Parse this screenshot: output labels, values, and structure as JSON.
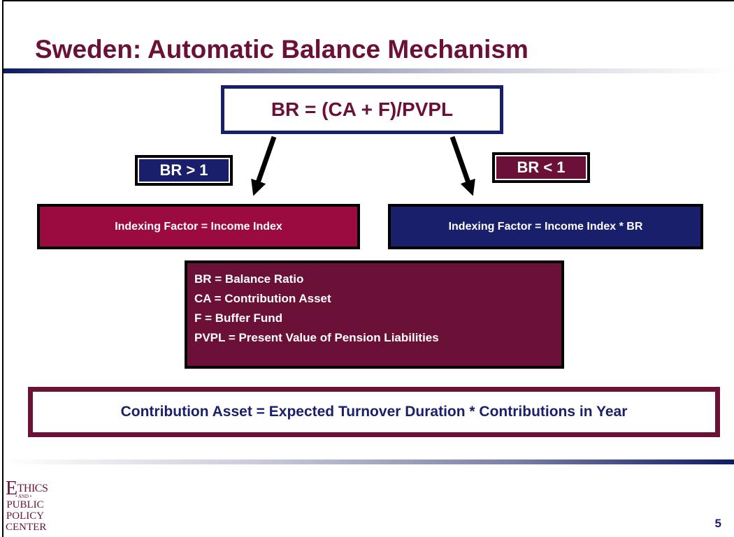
{
  "title": "Sweden:  Automatic Balance Mechanism",
  "formula": "BR = (CA + F)/PVPL",
  "conditions": {
    "greater": "BR > 1",
    "less": "BR < 1"
  },
  "results": {
    "left": "Indexing Factor = Income Index",
    "right": "Indexing Factor = Income Index * BR"
  },
  "definitions": [
    "BR = Balance Ratio",
    "CA = Contribution Asset",
    "F = Buffer Fund",
    "PVPL = Present Value of Pension Liabilities"
  ],
  "contribution_asset": "Contribution Asset = Expected Turnover Duration * Contributions in Year",
  "logo": {
    "line1_initial": "E",
    "line1_rest": "THICS",
    "line2": "• AND •",
    "line3": "PUBLIC",
    "line4": "POLICY",
    "line5": "CENTER"
  },
  "page_number": "5",
  "colors": {
    "maroon": "#6b1036",
    "navy": "#1a1f6b",
    "crimson": "#9b0b3f"
  }
}
